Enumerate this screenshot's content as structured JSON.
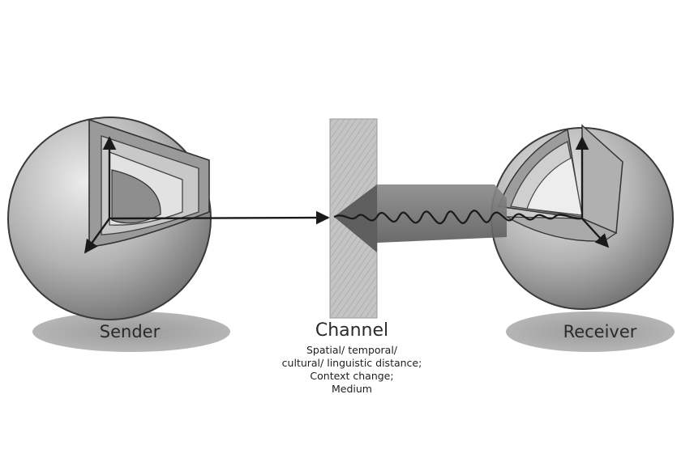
{
  "labels": {
    "sender": "Sender",
    "channel": "Channel",
    "receiver": "Receiver"
  },
  "channel_description": [
    "Spatial/ temporal/",
    "cultural/ linguistic distance;",
    "Context change;",
    "Medium"
  ],
  "colors": {
    "ink": "#1a1a1a",
    "sphere_light": "#e6e6e6",
    "sphere_dark": "#7a7a7a",
    "shadow": "#8c8c8c",
    "channel_bar": "#bdbdbd",
    "beam": "#6e6e6e"
  }
}
